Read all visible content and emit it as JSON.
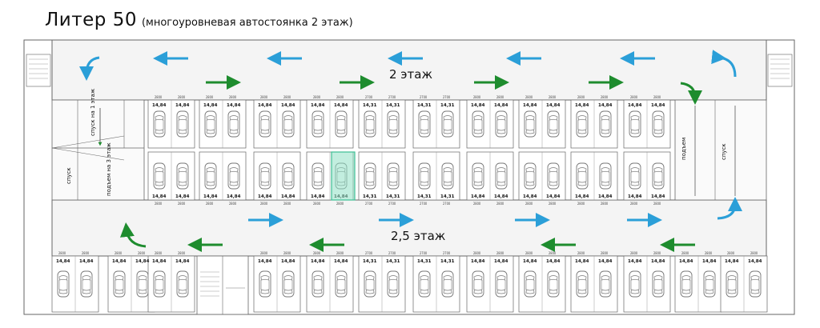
{
  "title": {
    "main": "Литер 50",
    "sub": "(многоуровневая автостоянка 2 этаж)"
  },
  "labels": {
    "floor_2": "2 этаж",
    "floor_2_5": "2,5 этаж",
    "down_to_1": "спуск на 1 этаж",
    "down": "спуск",
    "up_to_3": "подъем на 3 этаж",
    "up": "подъем",
    "down_right": "спуск"
  },
  "spot_code_a": "14,84",
  "spot_code_b": "14,31",
  "spot_width_a": "2800",
  "spot_width_b": "2700",
  "colors": {
    "blue_arrow": "#2b9fd8",
    "green_arrow": "#1e8c2e",
    "highlight": "#8fe0c4",
    "road": "#eeeeee",
    "line": "#555555"
  },
  "highlighted_spot": "middle-row-bottom-slot-8"
}
